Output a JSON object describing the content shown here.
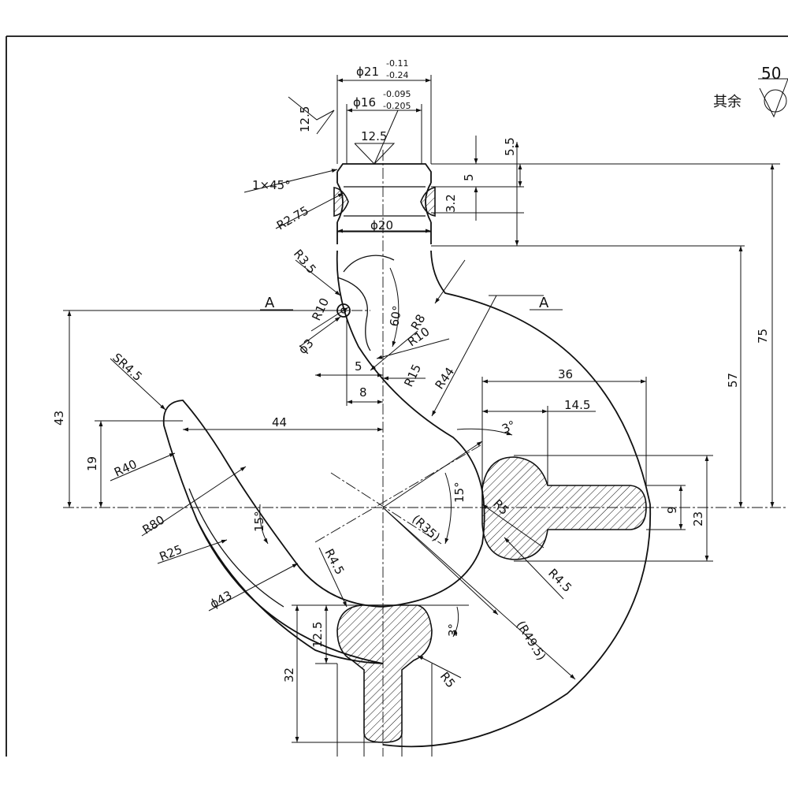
{
  "surface_note": {
    "prefix": "其余",
    "value": "50"
  },
  "roughness": {
    "left": "12.5",
    "top": "12.5"
  },
  "section_mark": "A",
  "tolerance_21": {
    "base": "ϕ21",
    "upper": "-0.11",
    "lower": "-0.24"
  },
  "tolerance_16": {
    "base": "ϕ16",
    "upper": "-0.095",
    "lower": "-0.205"
  },
  "labels": {
    "d20": "ϕ20",
    "chamfer": "1×45°",
    "r275": "R2.75",
    "r35": "R3.5",
    "r10a": "R10",
    "phi3": "ϕ3",
    "ang60": "60°",
    "r8": "R8",
    "r10b": "R10",
    "r15": "R15",
    "r44": "R44",
    "d5a": "5",
    "d8": "8",
    "sr45": "SR4.5",
    "d43": "43",
    "d19": "19",
    "d44": "44",
    "r40": "R40",
    "r80": "R80",
    "r25": "R25",
    "phi43": "ϕ43",
    "r45a": "R4.5",
    "ang15a": "15°",
    "ang15b": "15°",
    "r35b": "(R35)",
    "ang3a": "3°",
    "d36": "36",
    "d145": "14.5",
    "r5a": "R5",
    "r45b": "R4.5",
    "r495": "(R49.5)",
    "d9": "9",
    "d23": "23",
    "d57": "57",
    "d75": "75",
    "d55": "5.5",
    "d5b": "5",
    "d32": "3.2",
    "d125": "12.5",
    "d32b": "32",
    "ang3b": "3°",
    "r5b": "R5"
  }
}
